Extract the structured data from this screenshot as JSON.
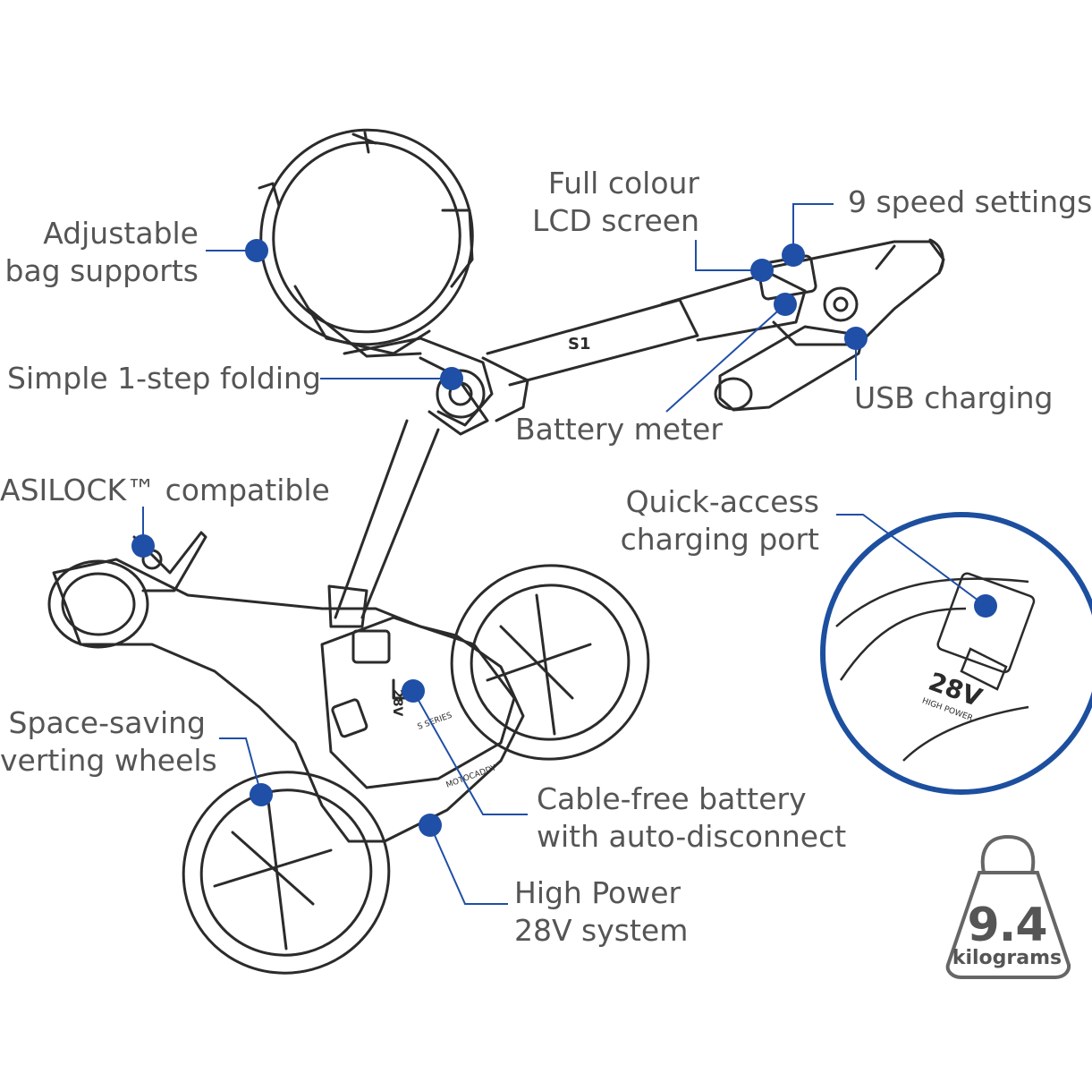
{
  "labels": {
    "bag_supports": [
      "Adjustable",
      "bag supports"
    ],
    "folding": [
      "Simple 1-step folding"
    ],
    "easilock": [
      "ASILOCK™ compatible"
    ],
    "wheels": [
      "Space-saving",
      "verting wheels"
    ],
    "lcd": [
      "Full colour",
      "LCD screen"
    ],
    "speed": [
      "9 speed settings"
    ],
    "battery_meter": [
      "Battery meter"
    ],
    "usb": [
      "USB charging"
    ],
    "charging_port": [
      "Quick-access",
      "charging port"
    ],
    "cable_free": [
      "Cable-free battery",
      "with auto-disconnect"
    ],
    "high_power": [
      "High Power",
      "28V system"
    ]
  },
  "weight": {
    "value": "9.4",
    "unit": "kilograms"
  },
  "device_marks": {
    "handle_logo": "S1",
    "battery_voltage": "28V",
    "battery_label": "HIGH POWER",
    "brand": "MOTOCADDY",
    "series": "S SERIES"
  },
  "colors": {
    "accent": "#1f4fa6",
    "outline": "#2b2b2b",
    "text": "#555555",
    "inset_ring": "#1d4f9f"
  }
}
